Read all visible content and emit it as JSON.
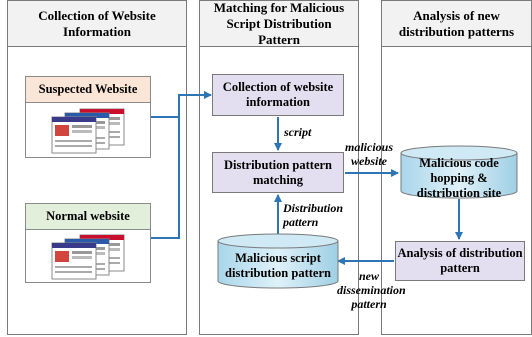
{
  "panels": [
    {
      "title": "Collection of Website Information"
    },
    {
      "title": "Matching for Malicious Script Distribution Pattern"
    },
    {
      "title": "Analysis of new distribution patterns"
    }
  ],
  "cards": {
    "suspected": {
      "title": "Suspected Website",
      "color": "#fbe5d6"
    },
    "normal": {
      "title": "Normal website",
      "color": "#e2efda"
    }
  },
  "boxes": {
    "collection": "Collection of website information",
    "matching": "Distribution pattern matching",
    "analysis": "Analysis of distribution pattern"
  },
  "databases": {
    "hopping": "Malicious code hopping & distribution site",
    "script_db": "Malicious script distribution pattern"
  },
  "labels": {
    "script": "script",
    "malicious_website": "malicious website",
    "distribution_pattern": "Distribution pattern",
    "new_dissemination": "new dissemination pattern"
  },
  "colors": {
    "process_box": "#e4dff0",
    "db_fill": "#bfe3f2",
    "arrow": "#2e75b6"
  }
}
